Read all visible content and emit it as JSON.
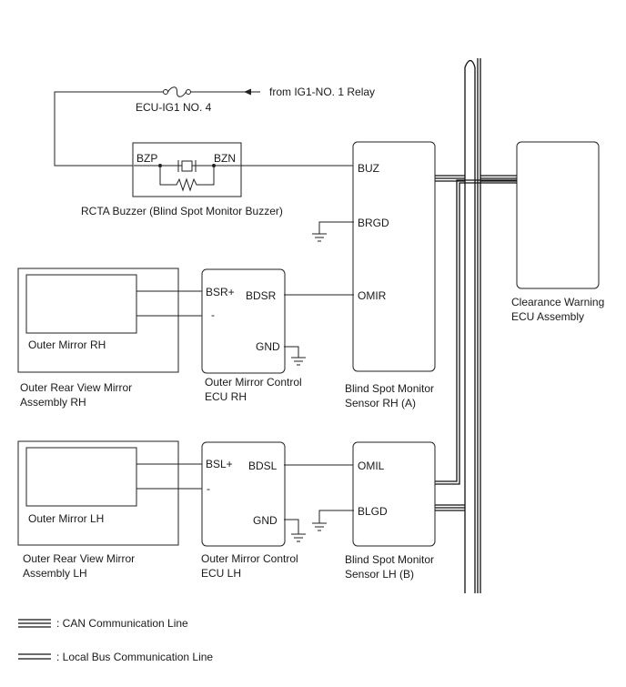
{
  "relay_source": "from IG1-NO. 1 Relay",
  "fuse": "ECU-IG1 NO. 4",
  "buzzer": {
    "name": "RCTA Buzzer (Blind Spot Monitor Buzzer)",
    "pin_left": "BZP",
    "pin_right": "BZN"
  },
  "sensor_rh": {
    "name_line1": "Blind Spot Monitor",
    "name_line2": "Sensor RH (A)",
    "pin_buz": "BUZ",
    "pin_brgd": "BRGD",
    "pin_omir": "OMIR"
  },
  "sensor_lh": {
    "name_line1": "Blind Spot Monitor",
    "name_line2": "Sensor LH (B)",
    "pin_omil": "OMIL",
    "pin_blgd": "BLGD"
  },
  "clearance_ecu": {
    "name_line1": "Clearance Warning",
    "name_line2": "ECU Assembly"
  },
  "mirror_ecu_rh": {
    "name_line1": "Outer Mirror Control",
    "name_line2": "ECU RH",
    "pin_pos": "BSR+",
    "pin_neg": "-",
    "pin_out": "BDSR",
    "pin_gnd": "GND"
  },
  "mirror_ecu_lh": {
    "name_line1": "Outer Mirror Control",
    "name_line2": "ECU LH",
    "pin_pos": "BSL+",
    "pin_neg": "-",
    "pin_out": "BDSL",
    "pin_gnd": "GND"
  },
  "mirror_rh": {
    "inner_label": "Outer Mirror RH",
    "name_line1": "Outer Rear View Mirror",
    "name_line2": "Assembly RH"
  },
  "mirror_lh": {
    "inner_label": "Outer Mirror LH",
    "name_line1": "Outer Rear View Mirror",
    "name_line2": "Assembly LH"
  },
  "legend": {
    "can": ": CAN Communication Line",
    "local_bus": ": Local Bus Communication Line"
  }
}
